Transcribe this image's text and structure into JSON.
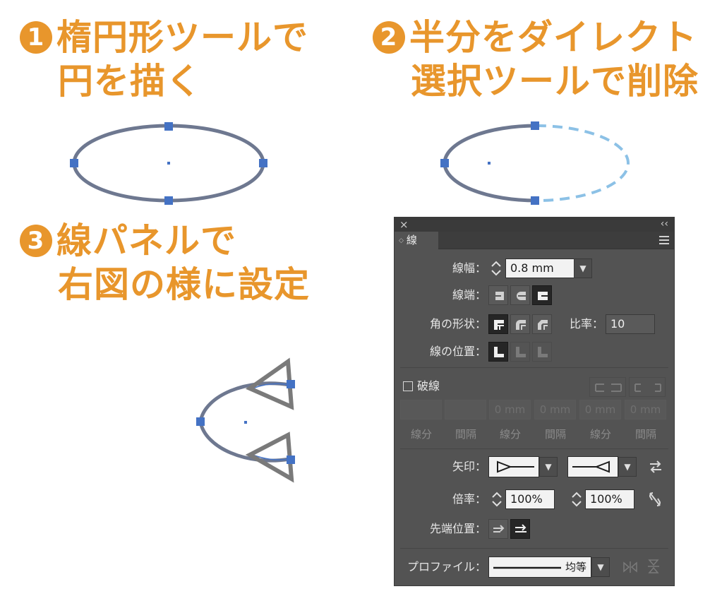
{
  "steps": [
    {
      "number": "1",
      "line1": "楕円形ツールで",
      "line2": "円を描く"
    },
    {
      "number": "2",
      "line1": "半分をダイレクト",
      "line2": "選択ツールで削除"
    },
    {
      "number": "3",
      "line1": "線パネルで",
      "line2": "右図の様に設定"
    }
  ],
  "panel": {
    "tab_label": "線",
    "weight_label": "線幅：",
    "weight_value": "0.8 mm",
    "cap_label": "線端：",
    "corner_label": "角の形状：",
    "limit_label": "比率：",
    "limit_value": "10",
    "align_label": "線の位置：",
    "dashed_label": "破線",
    "dash_fields": [
      {
        "value": "",
        "label": "線分"
      },
      {
        "value": "",
        "label": "間隔"
      },
      {
        "value": "0 mm",
        "label": "線分"
      },
      {
        "value": "0 mm",
        "label": "間隔"
      },
      {
        "value": "0 mm",
        "label": "線分"
      },
      {
        "value": "0 mm",
        "label": "間隔"
      }
    ],
    "arrowheads_label": "矢印：",
    "scale_label": "倍率：",
    "scale_start": "100%",
    "scale_end": "100%",
    "align_arrow_label": "先端位置：",
    "profile_label": "プロファイル：",
    "profile_value": "均等"
  },
  "colors": {
    "accent": "#e8962c",
    "anchor": "#4472c4",
    "path": "#6e7890",
    "dashed_path": "#8cc1e6",
    "arrowhead": "#7a7a7a",
    "panel_bg": "#535353"
  }
}
